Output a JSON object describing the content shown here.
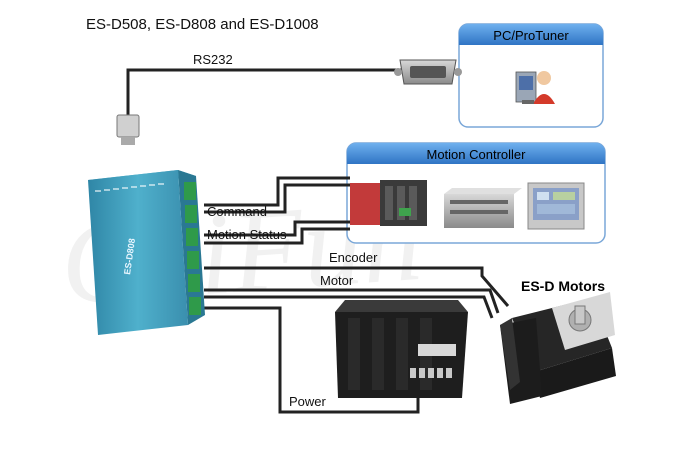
{
  "title": "ES-D508, ES-D808 and ES-D1008",
  "pc_box": {
    "header": "PC/ProTuner"
  },
  "controller_box": {
    "header": "Motion Controller"
  },
  "cables": {
    "rs232": "RS232",
    "command": "Command",
    "motion_status": "Motion Status",
    "encoder": "Encoder",
    "motor": "Motor",
    "power": "Power"
  },
  "motors_label": "ES-D Motors",
  "drive_model": "ES-D808",
  "watermark": "ChiFun",
  "colors": {
    "box_header": "#3f86d4",
    "box_border": "#7aa7d8",
    "drive_body": "#3f9bb8",
    "cable": "#222222",
    "terminal": "#2f9a4a"
  }
}
